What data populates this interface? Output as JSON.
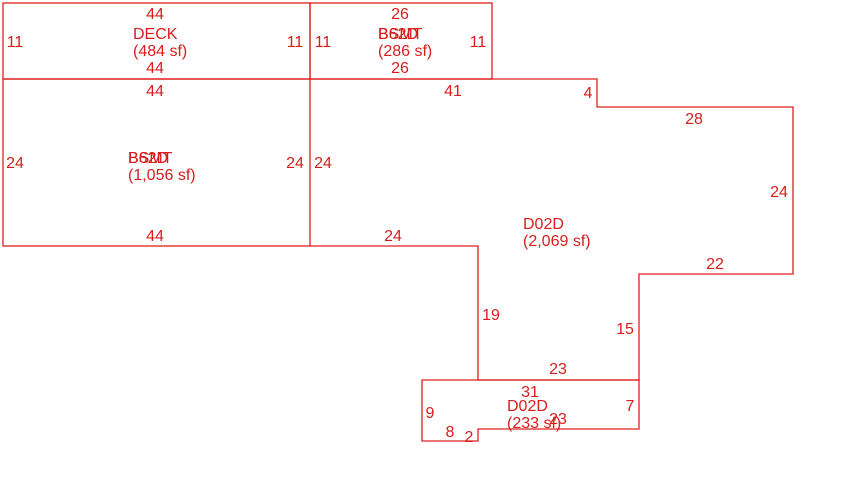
{
  "colors": {
    "line": "#e02020",
    "text": "#d91c1c"
  },
  "areas": [
    {
      "id": "deck",
      "code": "DECK",
      "area": "(484 sf)"
    },
    {
      "id": "b62d",
      "code": "B62D",
      "code_overlay": "BSMT",
      "area": "(286 sf)"
    },
    {
      "id": "b62d-main",
      "code": "B62D",
      "code_overlay": "BSMT",
      "area": "(1,056 sf)"
    },
    {
      "id": "d02d",
      "code": "D02D",
      "area": "(2,069 sf)"
    },
    {
      "id": "d02d-small",
      "code": "D02D",
      "area": "(233 sf)"
    }
  ],
  "dimensions": {
    "deck_top": "44",
    "deck_bottom": "44",
    "deck_left": "11",
    "deck_right": "11",
    "b62d_top": "26",
    "b62d_bottom": "26",
    "b62d_left": "11",
    "b62d_right": "11",
    "main_top": "44",
    "main_bottom": "44",
    "main_left": "24",
    "main_right": "24",
    "d02d_left": "24",
    "d02d_top": "41",
    "d02d_step": "4",
    "d02d_top_right": "28",
    "d02d_right": "24",
    "d02d_lower_right": "22",
    "d02d_mid_bottom": "24",
    "d02d_inner_left": "19",
    "d02d_inner_right": "15",
    "d02d_bottom": "23",
    "small_top": "31",
    "small_left": "9",
    "small_right": "7",
    "small_b1": "8",
    "small_b2": "2",
    "small_b3": "23"
  }
}
